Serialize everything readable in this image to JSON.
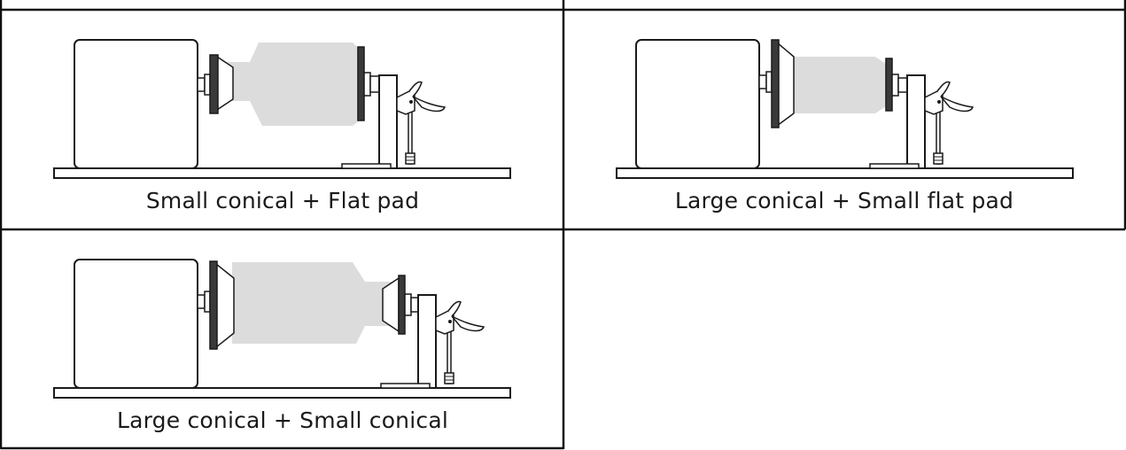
{
  "panels": [
    {
      "id": "small-conical-flat-pad",
      "caption": "Small conical + Flat pad"
    },
    {
      "id": "large-conical-small-flat-pad",
      "caption": "Large conical + Small flat pad"
    },
    {
      "id": "large-conical-small-conical",
      "caption": "Large conical + Small conical"
    }
  ],
  "colors": {
    "frame": "#111111",
    "line": "#1a1a1a",
    "workpiece": "#dcdcdc",
    "pad": "#3a3a3a",
    "background": "#ffffff"
  }
}
